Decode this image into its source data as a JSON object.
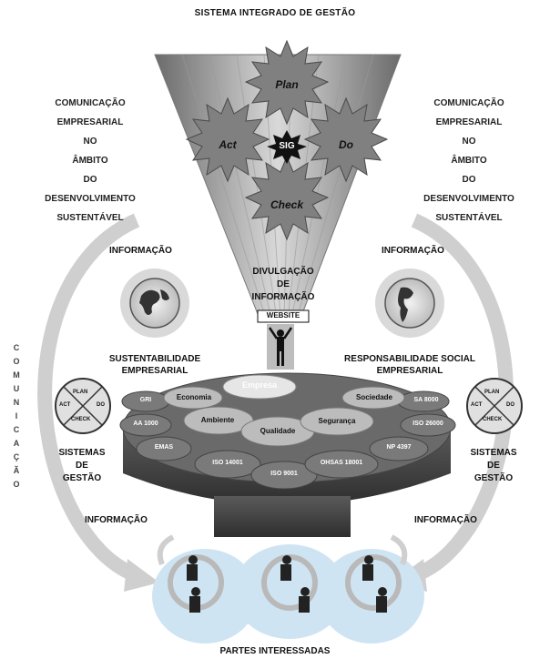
{
  "title": "SISTEMA INTEGRADO DE GESTÃO",
  "left_block": [
    "COMUNICAÇÃO",
    "EMPRESARIAL",
    "NO",
    "ÂMBITO",
    "DO",
    "DESENVOLVIMENTO",
    "SUSTENTÁVEL"
  ],
  "right_block": [
    "COMUNICAÇÃO",
    "EMPRESARIAL",
    "NO",
    "ÂMBITO",
    "DO",
    "DESENVOLVIMENTO",
    "SUSTENTÁVEL"
  ],
  "pdca": {
    "plan": "Plan",
    "do": "Do",
    "check": "Check",
    "act": "Act",
    "center": "SIG"
  },
  "informacao": "INFORMAÇÃO",
  "divulgacao": [
    "DIVULGAÇÃO",
    "DE",
    "INFORMAÇÃO"
  ],
  "website": "WEBSITE",
  "sustentabilidade": [
    "SUSTENTABILIDADE",
    "EMPRESARIAL"
  ],
  "responsabilidade": [
    "RESPONSABILIDADE SOCIAL",
    "EMPRESARIAL"
  ],
  "vertical_label": [
    "C",
    "O",
    "M",
    "U",
    "N",
    "I",
    "C",
    "A",
    "Ç",
    "Ã",
    "O"
  ],
  "sistemas_gestao": [
    "SISTEMAS",
    "DE",
    "GESTÃO"
  ],
  "small_pdca": {
    "plan": "PLAN",
    "do": "DO",
    "check": "CHECK",
    "act": "ACT"
  },
  "gears": {
    "empresa": "Empresa",
    "economia": "Economia",
    "sociedade": "Sociedade",
    "ambiente": "Ambiente",
    "qualidade": "Qualidade",
    "seguranca": "Segurança",
    "gri": "GRI",
    "aa1000": "AA 1000",
    "emas": "EMAS",
    "iso14001": "ISO 14001",
    "iso9001": "ISO 9001",
    "ohsas": "OHSAS 18001",
    "np4397": "NP 4397",
    "iso26000": "ISO 26000",
    "sa8000": "SA 8000"
  },
  "partes": "PARTES INTERESSADAS",
  "colors": {
    "dark_gray": "#4a4a4a",
    "mid_gray": "#8c8c8c",
    "light_gray": "#cfcfcf",
    "blue": "#bcd9ee"
  }
}
